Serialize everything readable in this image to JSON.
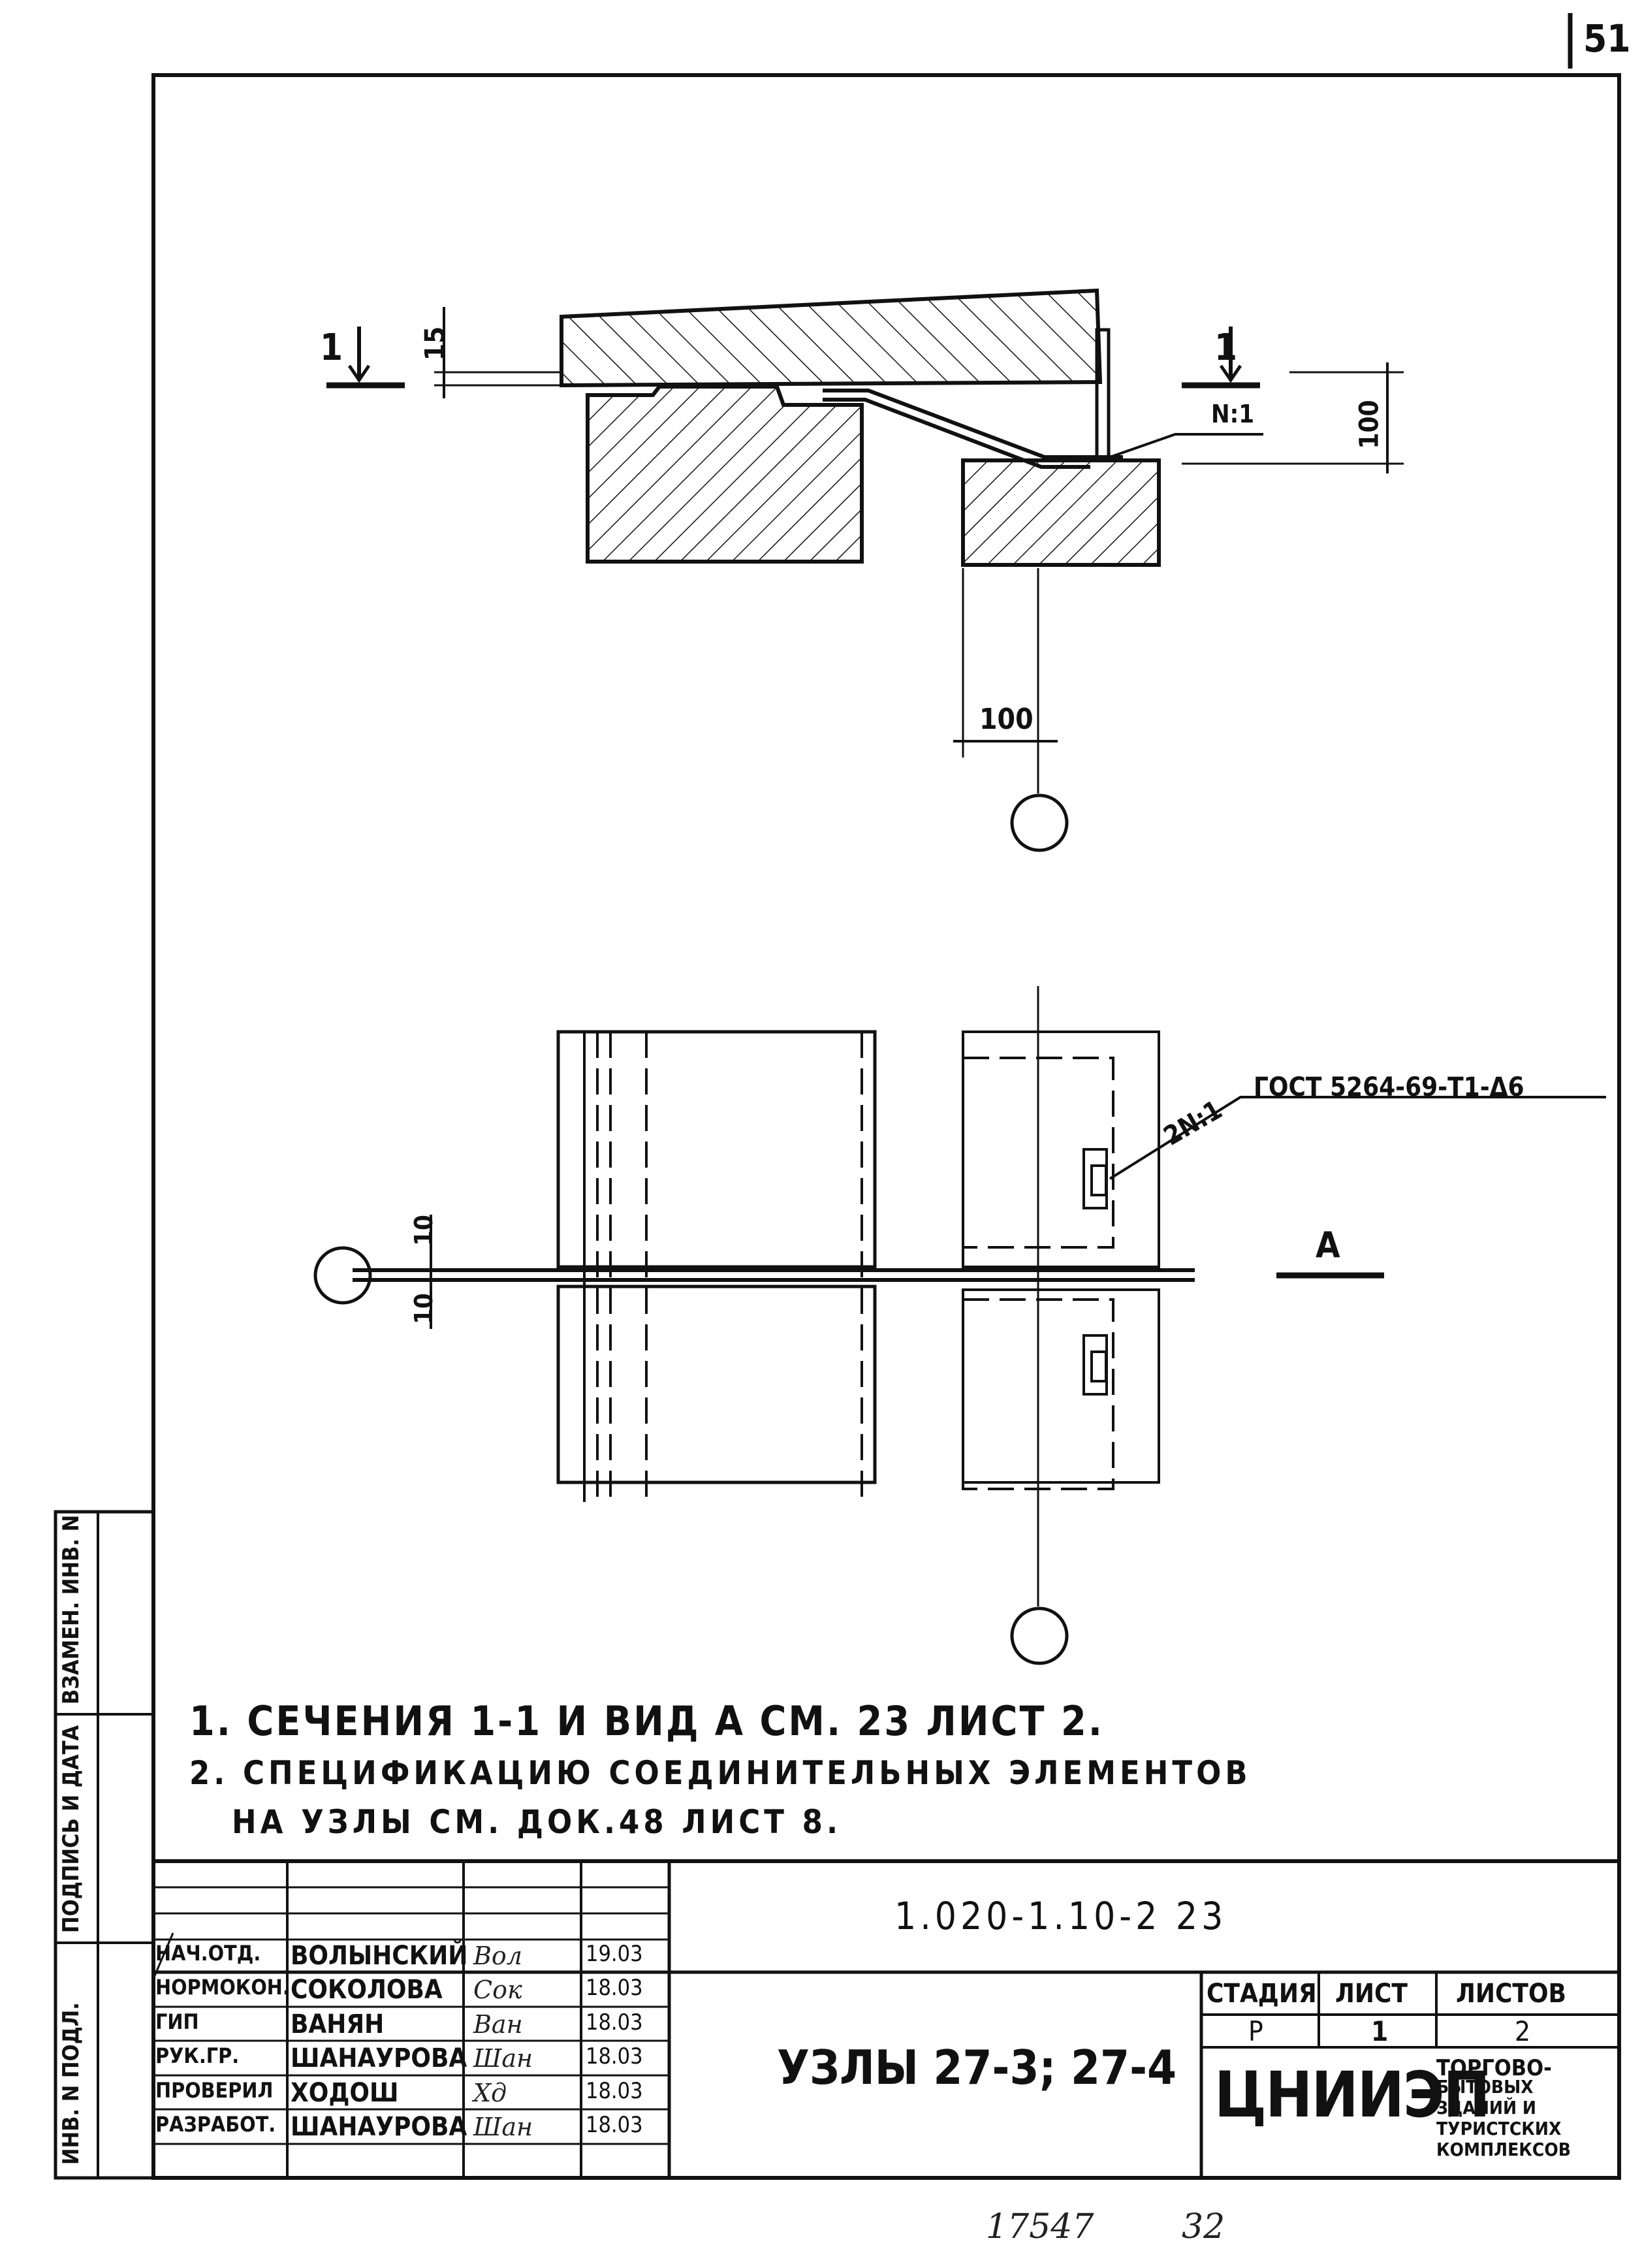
{
  "page_number": "51",
  "section_view": {
    "dim_thickness": "15",
    "section_mark": "1",
    "dim_height": "100",
    "dim_offset": "100",
    "weld_note": "N:1"
  },
  "plan_view": {
    "weld_callout": "2N:1",
    "gost": "ГОСТ 5264-69-Т1-Δ6",
    "gap_top": "10",
    "gap_bottom": "10",
    "view_label": "А"
  },
  "notes": {
    "line1": "1. СЕЧЕНИЯ 1-1 И ВИД А СМ. 23 ЛИСТ 2.",
    "line2": "2. СПЕЦИФИКАЦИЮ СОЕДИНИТЕЛЬНЫХ ЭЛЕМЕНТОВ",
    "line3": "НА УЗЛЫ СМ. ДОК.48 ЛИСТ 8."
  },
  "side_stamp": {
    "inv_podl": "ИНВ. N ПОДЛ.",
    "podpis_data": "ПОДПИСЬ И ДАТА",
    "vzamen": "ВЗАМЕН. ИНВ. N"
  },
  "title_block": {
    "doc_code": "1.020-1.10-2 23",
    "title": "УЗЛЫ 27-3; 27-4",
    "stage_header": "СТАДИЯ",
    "sheet_header": "ЛИСТ",
    "sheets_header": "ЛИСТОВ",
    "stage": "Р",
    "sheet": "1",
    "sheets": "2",
    "org_logo": "ЦНИИЭП",
    "org_text": [
      "ТОРГОВО-",
      "БЫТОВЫХ",
      "ЗДАНИЙ И",
      "ТУРИСТСКИХ",
      "КОМПЛЕКСОВ"
    ],
    "staff": [
      {
        "role": "НАЧ.ОТД.",
        "name": "ВОЛЫНСКИЙ",
        "signature": "Вол",
        "date": "19.03"
      },
      {
        "role": "НОРМОКОН.",
        "name": "СОКОЛОВА",
        "signature": "Сок",
        "date": "18.03"
      },
      {
        "role": "ГИП",
        "name": "ВАНЯН",
        "signature": "Ван",
        "date": "18.03"
      },
      {
        "role": "РУК.ГР.",
        "name": "ШАНАУРОВА",
        "signature": "Шан",
        "date": "18.03"
      },
      {
        "role": "ПРОВЕРИЛ",
        "name": "ХОДОШ",
        "signature": "Хд",
        "date": "18.03"
      },
      {
        "role": "РАЗРАБОТ.",
        "name": "ШАНАУРОВА",
        "signature": "Шан",
        "date": "18.03"
      }
    ]
  },
  "footer": {
    "number": "17547",
    "page": "32"
  }
}
